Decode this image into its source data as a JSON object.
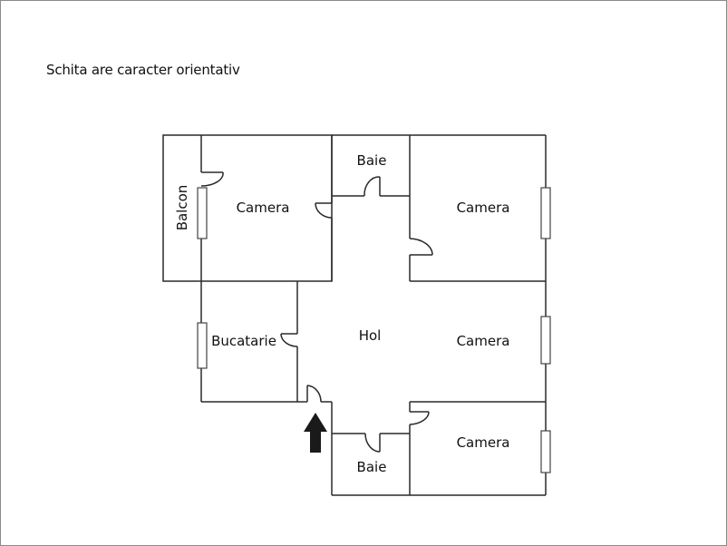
{
  "note": "Schita are caracter orientativ",
  "rooms": {
    "balcon": "Balcon",
    "camera_top_left": "Camera",
    "baie_top": "Baie",
    "camera_top_right": "Camera",
    "bucatarie": "Bucatarie",
    "hol": "Hol",
    "camera_mid_right": "Camera",
    "camera_bottom_right": "Camera",
    "baie_bottom": "Baie"
  },
  "icons": {
    "entrance": "arrow-up-icon"
  },
  "colors": {
    "wall": "#222222",
    "frame": "#8a8a8a",
    "arrow": "#1a1a1a"
  }
}
